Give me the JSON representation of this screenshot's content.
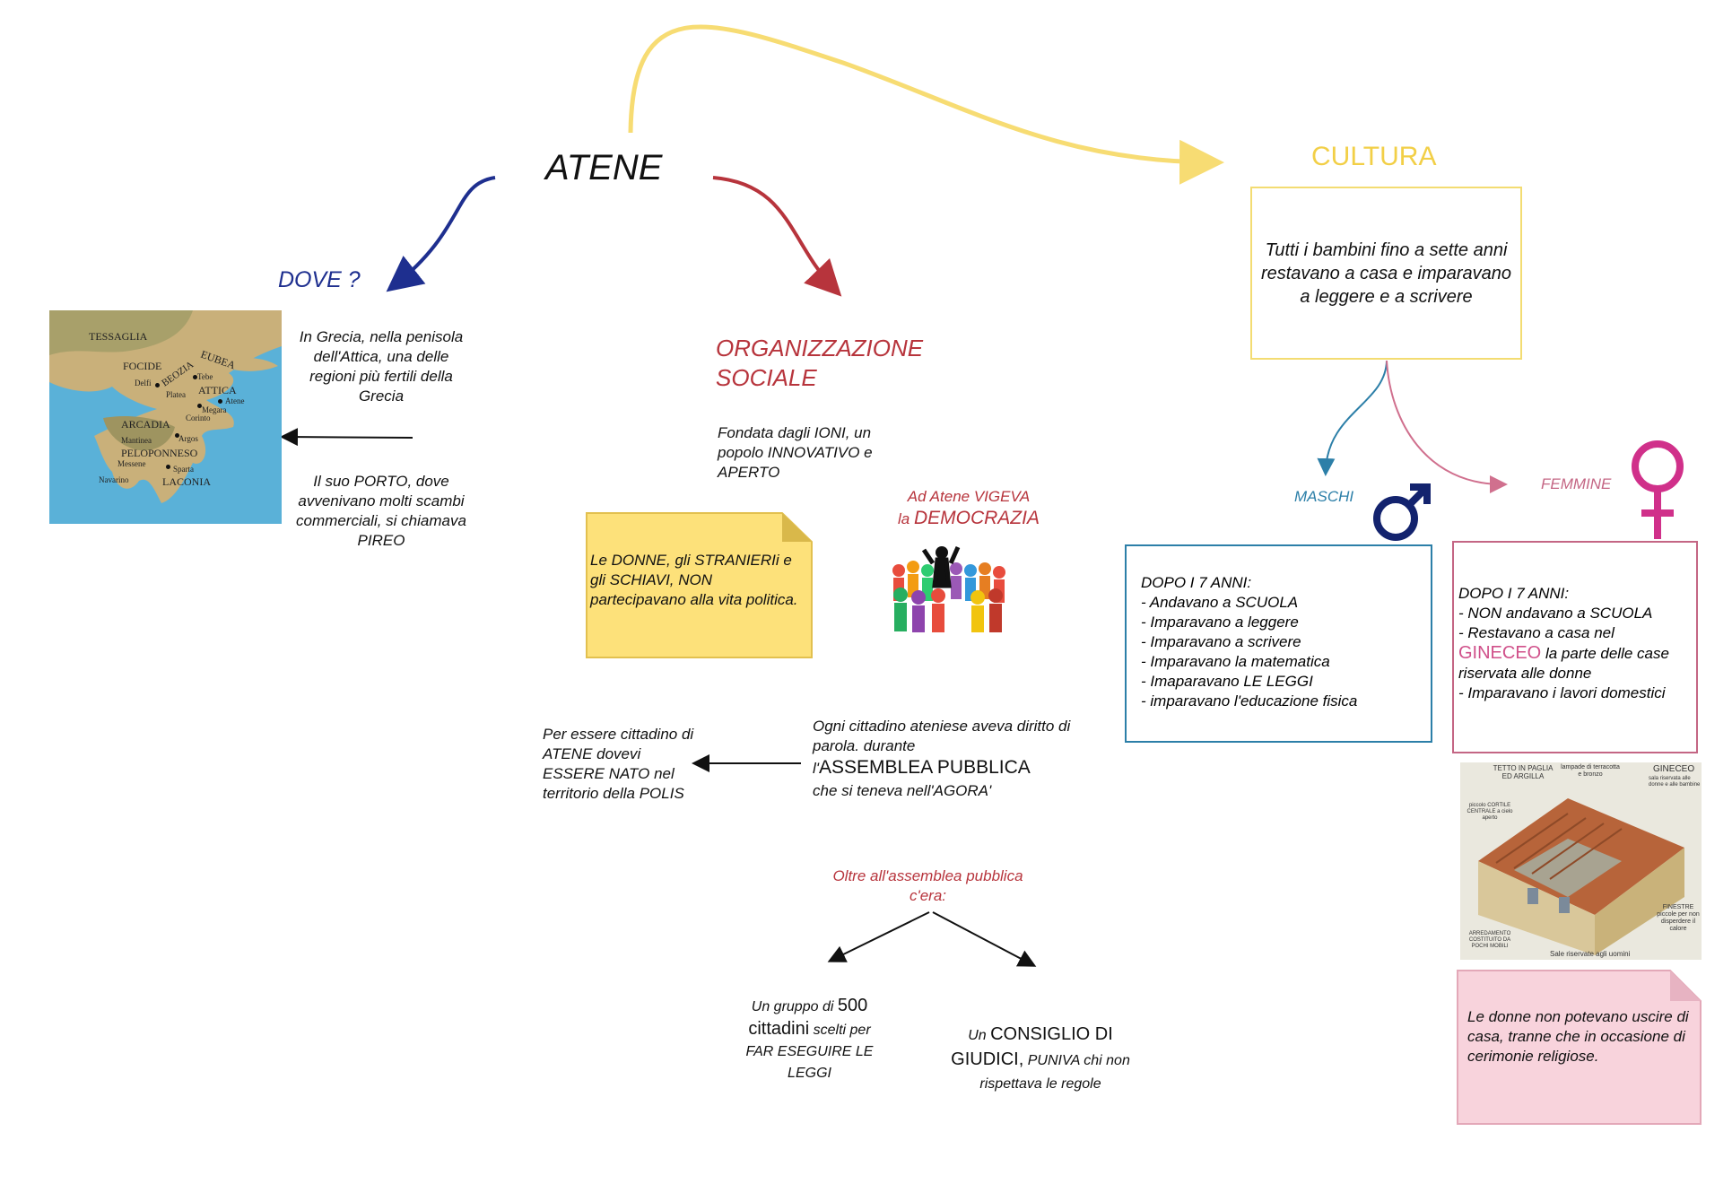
{
  "title": "ATENE",
  "dove": {
    "heading": "DOVE ?",
    "text1": "In Grecia, nella penisola dell'Attica, una delle regioni più fertili della Grecia",
    "text2": "Il suo PORTO, dove avvenivano molti scambi commerciali, si chiamava PIREO",
    "map_labels": [
      "TESSAGLIA",
      "FOCIDE",
      "Delfi",
      "BEOZIA",
      "EUBEA",
      "Tebe",
      "Platea",
      "ATTICA",
      "Atene",
      "Megara",
      "Corinto",
      "ARCADIA",
      "Mantinea",
      "Argos",
      "PELOPONNESO",
      "Messene",
      "Sparta",
      "Navarino",
      "LACONIA"
    ]
  },
  "organizzazione": {
    "heading_line1": "ORGANIZZAZIONE",
    "heading_line2": "SOCIALE",
    "fondata": "Fondata dagli IONI, un popolo INNOVATIVO e APERTO",
    "note": "Le DONNE, gli STRANIERIi e gli SCHIAVI,  NON partecipavano alla vita politica.",
    "democrazia_line1": "Ad Atene VIGEVA",
    "democrazia_la": "la ",
    "democrazia_word": "DEMOCRAZIA",
    "cittadino": "Per essere cittadino di ATENE dovevi ESSERE NATO nel territorio della POLIS",
    "assemblea_pre": "Ogni cittadino ateniese aveva diritto di parola. durante",
    "assemblea_l": "l'",
    "assemblea_word": "ASSEMBLEA PUBBLICA",
    "assemblea_post": "che si teneva nell'AGORA'",
    "oltre": "Oltre all'assemblea pubblica c'era:",
    "gruppo_pre": "Un gruppo di ",
    "gruppo_500": "500",
    "gruppo_cittadini": "cittadini",
    "gruppo_post": " scelti per FAR ESEGUIRE LE LEGGI",
    "consiglio_un": "Un ",
    "consiglio_word": "CONSIGLIO DI GIUDICI,",
    "consiglio_post": " PUNIVA chi non rispettava le regole"
  },
  "cultura": {
    "heading": "CULTURA",
    "box": "Tutti i bambini fino a sette anni restavano a casa e imparavano a leggere e a scrivere",
    "maschi_label": "MASCHI",
    "femmine_label": "FEMMINE",
    "maschi_lines": [
      "DOPO I 7 ANNI:",
      "- Andavano a SCUOLA",
      "- Imparavano a leggere",
      "- Imparavano a scrivere",
      "- Imparavano la matematica",
      "- Imaparavano LE LEGGI",
      "- imparavano l'educazione fisica"
    ],
    "femmine_line1": "DOPO I 7 ANNI:",
    "femmine_line2": "- NON andavano a SCUOLA",
    "femmine_line3": "- Restavano a casa nel",
    "femmine_gineceo": "GINECEO",
    "femmine_line4": " la parte delle case riservata alle donne",
    "femmine_line5": "- Imparavano i lavori domestici",
    "note": "Le donne non potevano uscire di casa, tranne che in occasione di cerimonie religiose.",
    "gineceo_labels": [
      "TETTO IN PAGLIA ED ARGILLA",
      "lampade di terracotta e bronzo",
      "GINECEO",
      "sala riservata alle donne e alle bambine",
      "piccolo CORTILE CENTRALE a cielo aperto",
      "FINESTRE piccole per non disperdere il calore",
      "ARREDAMENTO COSTITUITO DA POCHI MOBILI",
      "Sale riservate agli uomini"
    ]
  },
  "colors": {
    "blue": "#1e2f8f",
    "red": "#b7343c",
    "yellow": "#f2cf47",
    "teal": "#2c7fa8",
    "pink": "#c46684",
    "note_yellow": "#fde17a",
    "note_pink": "#f8d3dc"
  }
}
